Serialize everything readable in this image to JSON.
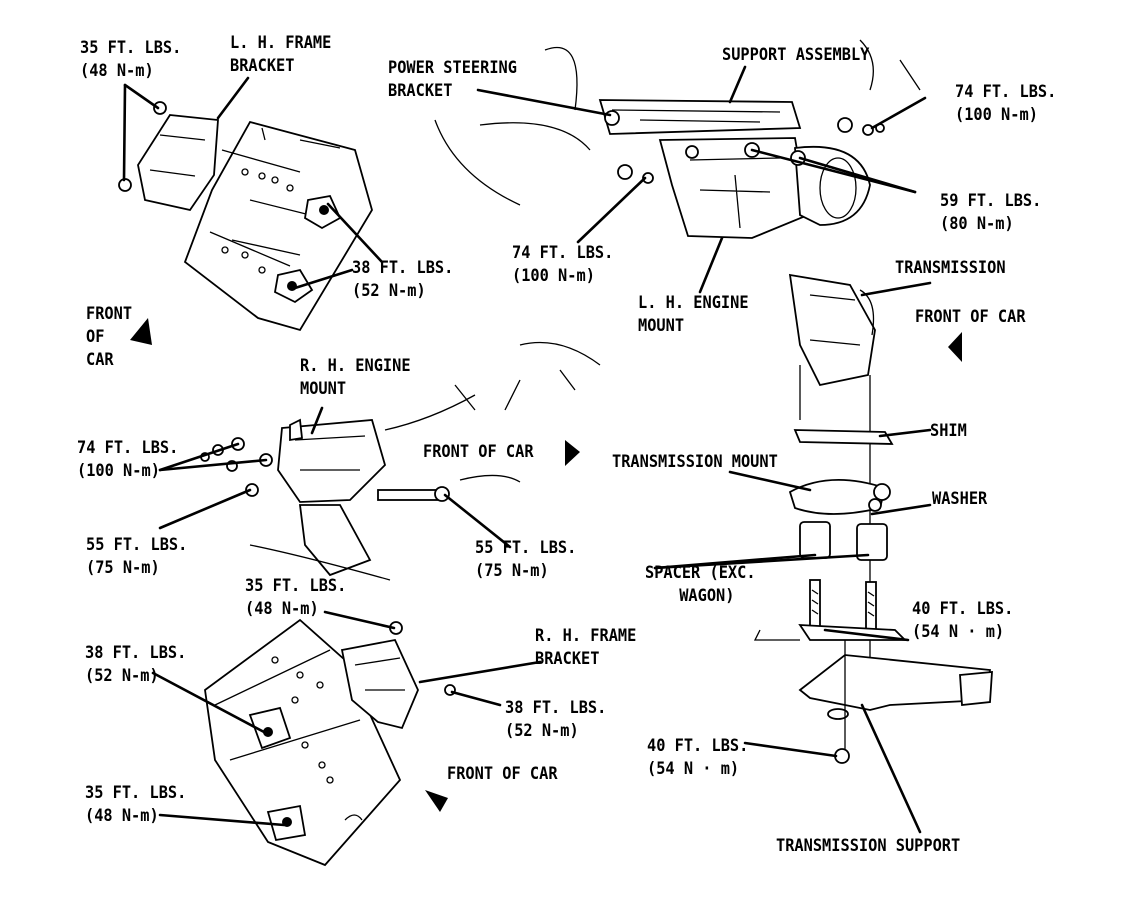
{
  "labels": {
    "lh_frame_torque_ft": "35 FT. LBS.",
    "lh_frame_torque_nm": "(48 N-m)",
    "lh_frame_bracket_1": "L. H. FRAME",
    "lh_frame_bracket_2": "BRACKET",
    "lh_frame_38_ft": "38 FT. LBS.",
    "lh_frame_38_nm": "(52 N-m)",
    "front_of_car_1a": "FRONT",
    "front_of_car_1b": "OF",
    "front_of_car_1c": "CAR",
    "power_steering_1": "POWER STEERING",
    "power_steering_2": "BRACKET",
    "support_assembly": "SUPPORT ASSEMBLY",
    "top_74_ft": "74 FT. LBS.",
    "top_74_nm": "(100 N-m)",
    "top_59_ft": "59 FT. LBS.",
    "top_59_nm": "(80 N-m)",
    "mid_74_ft": "74 FT. LBS.",
    "mid_74_nm": "(100 N-m)",
    "lh_engine_mount_1": "L. H. ENGINE",
    "lh_engine_mount_2": "MOUNT",
    "transmission": "TRANSMISSION",
    "front_of_car_right": "FRONT OF CAR",
    "rh_engine_mount_1": "R. H. ENGINE",
    "rh_engine_mount_2": "MOUNT",
    "rh_74_ft": "74 FT. LBS.",
    "rh_74_nm": "(100 N-m)",
    "front_of_car_mid": "FRONT OF CAR",
    "shim": "SHIM",
    "transmission_mount": "TRANSMISSION MOUNT",
    "washer": "WASHER",
    "rh_55a_ft": "55 FT. LBS.",
    "rh_55a_nm": "(75 N-m)",
    "rh_55b_ft": "55 FT. LBS.",
    "rh_55b_nm": "(75 N-m)",
    "spacer_1": "SPACER (EXC.",
    "spacer_2": "WAGON)",
    "rhf_35_ft": "35 FT. LBS.",
    "rhf_35_nm": "(48 N-m)",
    "trans_40a_ft": "40 FT. LBS.",
    "trans_40a_nm": "(54 N · m)",
    "rh_frame_bracket_1": "R. H. FRAME",
    "rh_frame_bracket_2": "BRACKET",
    "rhf_38a_ft": "38 FT. LBS.",
    "rhf_38a_nm": "(52 N-m)",
    "rhf_38b_ft": "38 FT. LBS.",
    "rhf_38b_nm": "(52 N-m)",
    "trans_40b_ft": "40 FT. LBS.",
    "trans_40b_nm": "(54 N · m)",
    "front_of_car_bottom": "FRONT OF CAR",
    "rhf_35b_ft": "35 FT. LBS.",
    "rhf_35b_nm": "(48 N-m)",
    "transmission_support": "TRANSMISSION SUPPORT"
  }
}
